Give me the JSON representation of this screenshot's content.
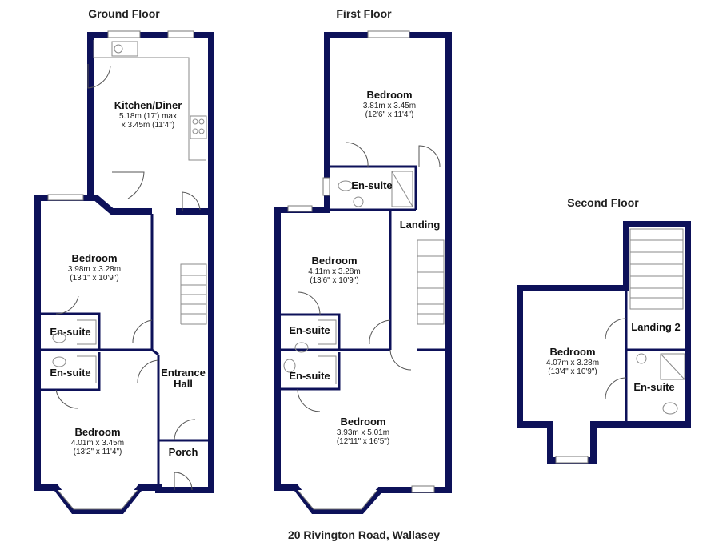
{
  "floors": {
    "ground": "Ground Floor",
    "first": "First Floor",
    "second": "Second Floor"
  },
  "rooms": {
    "gf_kitchen": {
      "name": "Kitchen/Diner",
      "dim1": "5.18m (17') max",
      "dim2": "x 3.45m (11'4\")"
    },
    "gf_bedroom1": {
      "name": "Bedroom",
      "dim1": "3.98m x 3.28m",
      "dim2": "(13'1\" x 10'9\")"
    },
    "gf_ensuite1": {
      "name": "En-suite"
    },
    "gf_ensuite2": {
      "name": "En-suite"
    },
    "gf_entrance": {
      "name1": "Entrance",
      "name2": "Hall"
    },
    "gf_porch": {
      "name": "Porch"
    },
    "gf_bedroom2": {
      "name": "Bedroom",
      "dim1": "4.01m x 3.45m",
      "dim2": "(13'2\" x 11'4\")"
    },
    "ff_bedroom1": {
      "name": "Bedroom",
      "dim1": "3.81m x 3.45m",
      "dim2": "(12'6\" x 11'4\")"
    },
    "ff_ensuite1": {
      "name": "En-suite"
    },
    "ff_landing": {
      "name": "Landing"
    },
    "ff_bedroom2": {
      "name": "Bedroom",
      "dim1": "4.11m x 3.28m",
      "dim2": "(13'6\" x 10'9\")"
    },
    "ff_ensuite2": {
      "name": "En-suite"
    },
    "ff_ensuite3": {
      "name": "En-suite"
    },
    "ff_bedroom3": {
      "name": "Bedroom",
      "dim1": "3.93m x 5.01m",
      "dim2": "(12'11\" x 16'5\")"
    },
    "sf_landing": {
      "name": "Landing 2"
    },
    "sf_bedroom": {
      "name": "Bedroom",
      "dim1": "4.07m x 3.28m",
      "dim2": "(13'4\" x 10'9\")"
    },
    "sf_ensuite": {
      "name": "En-suite"
    }
  },
  "address": "20 Rivington Road, Wallasey",
  "colors": {
    "wall": "#0d1159",
    "fixture": "#8a8a8a",
    "background": "#ffffff"
  }
}
